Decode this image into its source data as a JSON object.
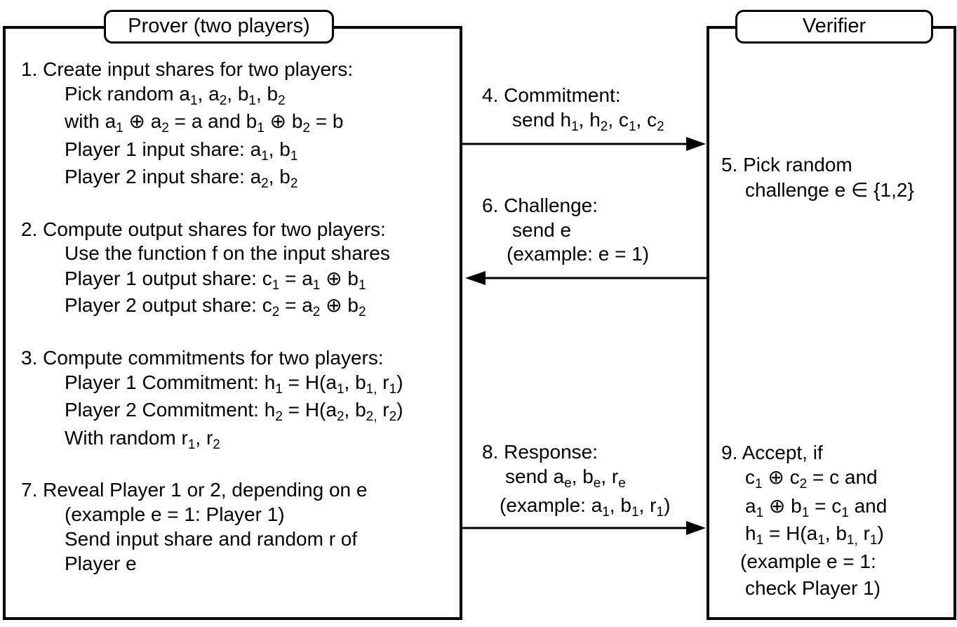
{
  "prover": {
    "title": "Prover (two players)",
    "lines": [
      [
        {
          "t": "1. Create input shares for two players:"
        }
      ],
      [
        {
          "t": "Pick random a"
        },
        {
          "s": "1"
        },
        {
          "t": ", a"
        },
        {
          "s": "2"
        },
        {
          "t": ", b"
        },
        {
          "s": "1"
        },
        {
          "t": ", b"
        },
        {
          "s": "2"
        }
      ],
      [
        {
          "t": "with a"
        },
        {
          "s": "1"
        },
        {
          "t": " ⊕ a"
        },
        {
          "s": "2"
        },
        {
          "t": " = a and b"
        },
        {
          "s": "1"
        },
        {
          "t": " ⊕ b"
        },
        {
          "s": "2"
        },
        {
          "t": " = b"
        }
      ],
      [
        {
          "t": "Player 1 input share: a"
        },
        {
          "s": "1"
        },
        {
          "t": ", b"
        },
        {
          "s": "1"
        }
      ],
      [
        {
          "t": "Player 2 input share: a"
        },
        {
          "s": "2"
        },
        {
          "t": ", b"
        },
        {
          "s": "2"
        }
      ],
      [
        {
          "t": "2. Compute output shares for two players:"
        }
      ],
      [
        {
          "t": "Use the function f on the input shares"
        }
      ],
      [
        {
          "t": "Player 1 output share: c"
        },
        {
          "s": "1"
        },
        {
          "t": " = a"
        },
        {
          "s": "1"
        },
        {
          "t": " ⊕ b"
        },
        {
          "s": "1"
        }
      ],
      [
        {
          "t": "Player 2 output share: c"
        },
        {
          "s": "2"
        },
        {
          "t": " = a"
        },
        {
          "s": "2"
        },
        {
          "t": " ⊕ b"
        },
        {
          "s": "2"
        }
      ],
      [
        {
          "t": "3. Compute commitments for two players:"
        }
      ],
      [
        {
          "t": "Player 1 Commitment: h"
        },
        {
          "s": "1"
        },
        {
          "t": " = H(a"
        },
        {
          "s": "1"
        },
        {
          "t": ", b"
        },
        {
          "s": "1,"
        },
        {
          "t": " r"
        },
        {
          "s": "1"
        },
        {
          "t": ")"
        }
      ],
      [
        {
          "t": "Player 2 Commitment: h"
        },
        {
          "s": "2"
        },
        {
          "t": " = H(a"
        },
        {
          "s": "2"
        },
        {
          "t": ", b"
        },
        {
          "s": "2,"
        },
        {
          "t": " r"
        },
        {
          "s": "2"
        },
        {
          "t": ")"
        }
      ],
      [
        {
          "t": "With random r"
        },
        {
          "s": "1"
        },
        {
          "t": ", r"
        },
        {
          "s": "2"
        }
      ],
      [
        {
          "t": "7. Reveal Player 1 or 2, depending on e"
        }
      ],
      [
        {
          "t": "(example e = 1: Player 1)"
        }
      ],
      [
        {
          "t": "Send input share and random r of"
        }
      ],
      [
        {
          "t": "Player e"
        }
      ]
    ]
  },
  "verifier": {
    "title": "Verifier",
    "lines": [
      [
        {
          "t": "5. Pick random"
        }
      ],
      [
        {
          "t": "challenge e ∈ {1,2}"
        }
      ],
      [
        {
          "t": "9. Accept, if"
        }
      ],
      [
        {
          "t": "c"
        },
        {
          "s": "1"
        },
        {
          "t": " ⊕ c"
        },
        {
          "s": "2"
        },
        {
          "t": " = c  and"
        }
      ],
      [
        {
          "t": "a"
        },
        {
          "s": "1"
        },
        {
          "t": " ⊕ b"
        },
        {
          "s": "1"
        },
        {
          "t": " = c"
        },
        {
          "s": "1"
        },
        {
          "t": " and"
        }
      ],
      [
        {
          "t": "h"
        },
        {
          "s": "1"
        },
        {
          "t": " = H(a"
        },
        {
          "s": "1"
        },
        {
          "t": ", b"
        },
        {
          "s": "1,"
        },
        {
          "t": " r"
        },
        {
          "s": "1"
        },
        {
          "t": ")"
        }
      ],
      [
        {
          "t": "(example e = 1:"
        }
      ],
      [
        {
          "t": "check Player 1)"
        }
      ]
    ]
  },
  "messages": {
    "lines": [
      [
        {
          "t": "4. Commitment:"
        }
      ],
      [
        {
          "t": "send h"
        },
        {
          "s": "1"
        },
        {
          "t": ", h"
        },
        {
          "s": "2"
        },
        {
          "t": ", c"
        },
        {
          "s": "1"
        },
        {
          "t": ", c"
        },
        {
          "s": "2"
        }
      ],
      [
        {
          "t": "6. Challenge:"
        }
      ],
      [
        {
          "t": "send e"
        }
      ],
      [
        {
          "t": "(example: e = 1)"
        }
      ],
      [
        {
          "t": "8. Response:"
        }
      ],
      [
        {
          "t": "send a"
        },
        {
          "s": "e"
        },
        {
          "t": ", b"
        },
        {
          "s": "e"
        },
        {
          "t": ", r"
        },
        {
          "s": "e"
        }
      ],
      [
        {
          "t": "(example: a"
        },
        {
          "s": "1"
        },
        {
          "t": ", b"
        },
        {
          "s": "1"
        },
        {
          "t": ", r"
        },
        {
          "s": "1"
        },
        {
          "t": ")"
        }
      ]
    ]
  }
}
